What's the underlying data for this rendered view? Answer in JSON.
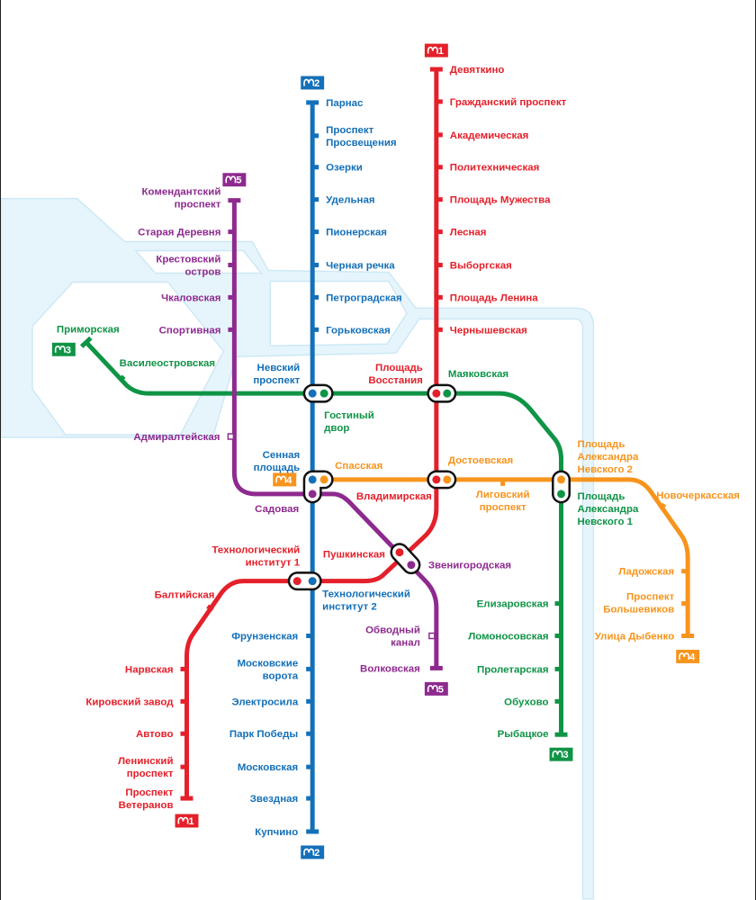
{
  "title": "Схема метро Санкт-Петербурга",
  "colors": {
    "water": "#e6f5fc",
    "water_edge": "#cde8f5",
    "node_outline": "#111111"
  },
  "lines": [
    {
      "id": "1",
      "badge": "1",
      "color": "#e4202a",
      "stations": [
        {
          "name": [
            "Девяткино"
          ]
        },
        {
          "name": [
            "Гражданский проспект"
          ]
        },
        {
          "name": [
            "Академическая"
          ]
        },
        {
          "name": [
            "Политехническая"
          ]
        },
        {
          "name": [
            "Площадь Мужества"
          ]
        },
        {
          "name": [
            "Лесная"
          ]
        },
        {
          "name": [
            "Выборгская"
          ]
        },
        {
          "name": [
            "Площадь Ленина"
          ]
        },
        {
          "name": [
            "Чернышевская"
          ]
        },
        {
          "name": [
            "Площадь",
            "Восстания"
          ]
        },
        {
          "name": [
            "Владимирская"
          ]
        },
        {
          "name": [
            "Пушкинская"
          ]
        },
        {
          "name": [
            "Технологический",
            "институт 1"
          ]
        },
        {
          "name": [
            "Балтийская"
          ]
        },
        {
          "name": [
            "Нарвская"
          ]
        },
        {
          "name": [
            "Кировский завод"
          ]
        },
        {
          "name": [
            "Автово"
          ]
        },
        {
          "name": [
            "Ленинский",
            "проспект"
          ]
        },
        {
          "name": [
            "Проспект",
            "Ветеранов"
          ]
        }
      ]
    },
    {
      "id": "2",
      "badge": "2",
      "color": "#1470b8",
      "stations": [
        {
          "name": [
            "Парнас"
          ]
        },
        {
          "name": [
            "Проспект",
            "Просвещения"
          ]
        },
        {
          "name": [
            "Озерки"
          ]
        },
        {
          "name": [
            "Удельная"
          ]
        },
        {
          "name": [
            "Пионерская"
          ]
        },
        {
          "name": [
            "Черная речка"
          ]
        },
        {
          "name": [
            "Петроградская"
          ]
        },
        {
          "name": [
            "Горьковская"
          ]
        },
        {
          "name": [
            "Невский",
            "проспект"
          ]
        },
        {
          "name": [
            "Сенная",
            "площадь"
          ]
        },
        {
          "name": [
            "Технологический",
            "институт 2"
          ]
        },
        {
          "name": [
            "Фрунзенская"
          ]
        },
        {
          "name": [
            "Московские",
            "ворота"
          ]
        },
        {
          "name": [
            "Электросила"
          ]
        },
        {
          "name": [
            "Парк Победы"
          ]
        },
        {
          "name": [
            "Московская"
          ]
        },
        {
          "name": [
            "Звездная"
          ]
        },
        {
          "name": [
            "Купчино"
          ]
        }
      ]
    },
    {
      "id": "3",
      "badge": "3",
      "color": "#0f9446",
      "stations": [
        {
          "name": [
            "Приморская"
          ]
        },
        {
          "name": [
            "Василеостровская"
          ]
        },
        {
          "name": [
            "Гостиный",
            "двор"
          ]
        },
        {
          "name": [
            "Маяковская"
          ]
        },
        {
          "name": [
            "Площадь",
            "Александра",
            "Невского 1"
          ]
        },
        {
          "name": [
            "Елизаровская"
          ]
        },
        {
          "name": [
            "Ломоносовская"
          ]
        },
        {
          "name": [
            "Пролетарская"
          ]
        },
        {
          "name": [
            "Обухово"
          ]
        },
        {
          "name": [
            "Рыбацкое"
          ]
        }
      ]
    },
    {
      "id": "4",
      "badge": "4",
      "color": "#f7941d",
      "stations": [
        {
          "name": [
            "Спасская"
          ]
        },
        {
          "name": [
            "Достоевская"
          ]
        },
        {
          "name": [
            "Лиговский",
            "проспект"
          ]
        },
        {
          "name": [
            "Площадь",
            "Александра",
            "Невского 2"
          ]
        },
        {
          "name": [
            "Новочеркасская"
          ]
        },
        {
          "name": [
            "Ладожская"
          ]
        },
        {
          "name": [
            "Проспект",
            "Большевиков"
          ]
        },
        {
          "name": [
            "Улица Дыбенко"
          ]
        }
      ]
    },
    {
      "id": "5",
      "badge": "5",
      "color": "#8e2a8f",
      "stations": [
        {
          "name": [
            "Комендантский",
            "проспект"
          ]
        },
        {
          "name": [
            "Старая Деревня"
          ]
        },
        {
          "name": [
            "Крестовский",
            "остров"
          ]
        },
        {
          "name": [
            "Чкаловская"
          ]
        },
        {
          "name": [
            "Спортивная"
          ]
        },
        {
          "name": [
            "Адмиралтейская"
          ]
        },
        {
          "name": [
            "Садовая"
          ]
        },
        {
          "name": [
            "Звенигородская"
          ]
        },
        {
          "name": [
            "Обводный",
            "канал"
          ]
        },
        {
          "name": [
            "Волковская"
          ]
        }
      ]
    }
  ]
}
